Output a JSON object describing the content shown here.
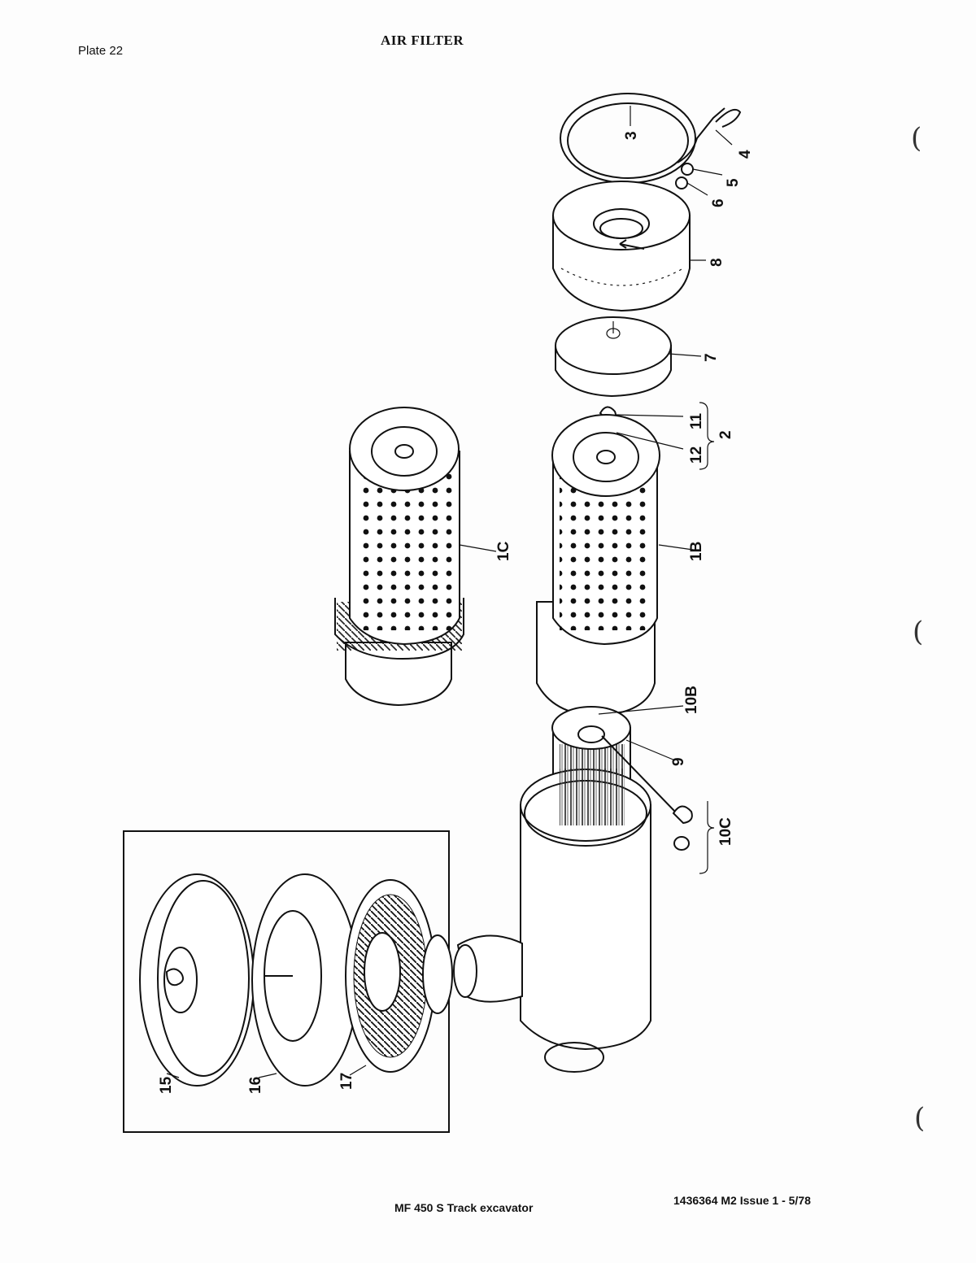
{
  "header": {
    "plate": "Plate 22",
    "title": "AIR FILTER"
  },
  "footer": {
    "model": "MF 450 S Track excavator",
    "reference": "1436364 M2 Issue 1 - 5/78"
  },
  "part_labels": [
    "3",
    "4",
    "5",
    "6",
    "8",
    "7",
    "11",
    "12",
    "2",
    "1C",
    "1B",
    "10B",
    "9",
    "10C",
    "15",
    "16",
    "17"
  ],
  "margin_marks": [
    "(",
    "(",
    "("
  ]
}
